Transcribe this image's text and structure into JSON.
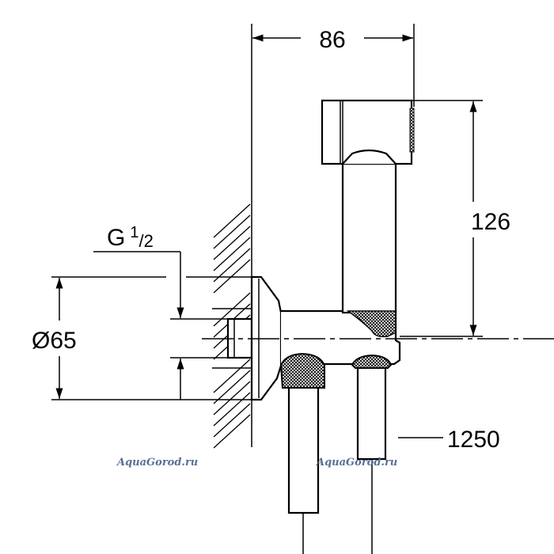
{
  "dimensions": {
    "width": "86",
    "height": "126",
    "diameter": "Ø65",
    "thread_main": "G",
    "thread_num": "1",
    "thread_den": "/2",
    "hose_length": "1250"
  },
  "watermarks": [
    "AquaGorod.ru",
    "AquaGorod.ru"
  ]
}
